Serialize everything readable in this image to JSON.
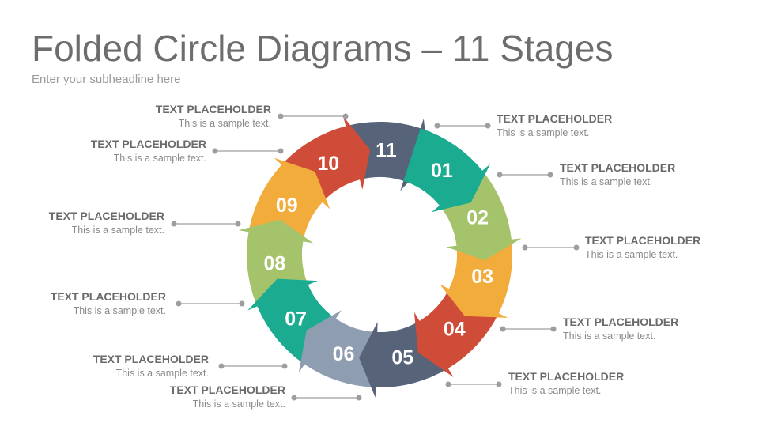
{
  "header": {
    "title": "Folded Circle Diagrams – 11 Stages",
    "subtitle": "Enter your subheadline here"
  },
  "colors": {
    "teal": "#1aab91",
    "light_green": "#a5c36b",
    "orange": "#f2ac3b",
    "red": "#cf4c39",
    "slate": "#566378",
    "blue_gray": "#8f9db1",
    "connector_gray": "#9e9e9e"
  },
  "stages": [
    {
      "number": "01",
      "color": "#1aab91"
    },
    {
      "number": "02",
      "color": "#a5c36b"
    },
    {
      "number": "03",
      "color": "#f2ac3b"
    },
    {
      "number": "04",
      "color": "#cf4c39"
    },
    {
      "number": "05",
      "color": "#566378"
    },
    {
      "number": "06",
      "color": "#8f9db1"
    },
    {
      "number": "07",
      "color": "#1aab91"
    },
    {
      "number": "08",
      "color": "#a5c36b"
    },
    {
      "number": "09",
      "color": "#f2ac3b"
    },
    {
      "number": "10",
      "color": "#cf4c39"
    },
    {
      "number": "11",
      "color": "#566378"
    }
  ],
  "callouts": [
    {
      "heading": "TEXT PLACEHOLDER",
      "text": "This is a sample text."
    },
    {
      "heading": "TEXT PLACEHOLDER",
      "text": "This is a sample text."
    },
    {
      "heading": "TEXT PLACEHOLDER",
      "text": "This is a sample text."
    },
    {
      "heading": "TEXT PLACEHOLDER",
      "text": "This is a sample text."
    },
    {
      "heading": "TEXT PLACEHOLDER",
      "text": "This is a sample text."
    },
    {
      "heading": "TEXT PLACEHOLDER",
      "text": "This is a sample text."
    },
    {
      "heading": "TEXT PLACEHOLDER",
      "text": "This is a sample text."
    },
    {
      "heading": "TEXT PLACEHOLDER",
      "text": "This is a sample text."
    },
    {
      "heading": "TEXT PLACEHOLDER",
      "text": "This is a sample text."
    },
    {
      "heading": "TEXT PLACEHOLDER",
      "text": "This is a sample text."
    },
    {
      "heading": "TEXT PLACEHOLDER",
      "text": "This is a sample text."
    }
  ]
}
